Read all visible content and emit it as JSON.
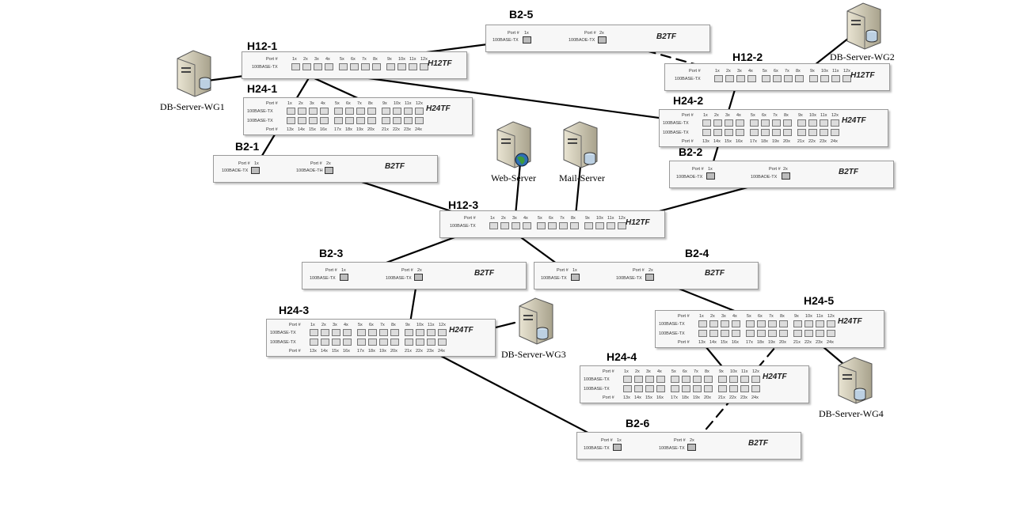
{
  "devices": {
    "b2_5": {
      "name": "B2-5",
      "model": "B2TF",
      "port_header": "Port #",
      "port1": "1x",
      "port2": "2x",
      "media1": "100BASE-TX",
      "media2": "100BAOE-TX"
    },
    "h12_1": {
      "name": "H12-1",
      "model": "H12TF",
      "port_header": "Port #",
      "media": "100BASE-TX"
    },
    "h12_2": {
      "name": "H12-2",
      "model": "H12TF",
      "port_header": "Port #",
      "media": "100BASE-TX"
    },
    "h24_1": {
      "name": "H24-1",
      "model": "H24TF",
      "port_header": "Port #",
      "media": "100BASE-TX"
    },
    "h24_2": {
      "name": "H24-2",
      "model": "H24TF",
      "port_header": "Port #",
      "media": "100BASE-TX"
    },
    "b2_1": {
      "name": "B2-1",
      "model": "B2TF",
      "port_header": "Port #",
      "port1": "1x",
      "port2": "2x",
      "media1": "100BAOE-TX",
      "media2": "100BAOE-TH"
    },
    "b2_2": {
      "name": "B2-2",
      "model": "B2TF",
      "port_header": "Port #",
      "port1": "1x",
      "port2": "2x",
      "media1": "100BAOE-TX",
      "media2": "100BAOE-TX"
    },
    "h12_3": {
      "name": "H12-3",
      "model": "H12TF",
      "port_header": "Port #",
      "media": "100BASE-TX"
    },
    "b2_3": {
      "name": "B2-3",
      "model": "B2TF",
      "port_header": "Port #",
      "port1": "1x",
      "port2": "2x",
      "media1": "100BASE-TX",
      "media2": "100BASE-TX"
    },
    "b2_4": {
      "name": "B2-4",
      "model": "B2TF",
      "port_header": "Port #",
      "port1": "1x",
      "port2": "2x",
      "media1": "100BASE-TX",
      "media2": "100BASE-TX"
    },
    "h24_3": {
      "name": "H24-3",
      "model": "H24TF",
      "port_header": "Port #",
      "media": "100BASE-TX"
    },
    "h24_4": {
      "name": "H24-4",
      "model": "H24TF",
      "port_header": "Port #",
      "media": "100BASE-TX"
    },
    "h24_5": {
      "name": "H24-5",
      "model": "H24TF",
      "port_header": "Port #",
      "media": "100BASE-TX"
    },
    "b2_6": {
      "name": "B2-6",
      "model": "B2TF",
      "port_header": "Port #",
      "port1": "1x",
      "port2": "2x",
      "media1": "100BASE-TX",
      "media2": "100BASE-TX"
    }
  },
  "port_labels_top": [
    "1x",
    "2x",
    "3x",
    "4x",
    "5x",
    "6x",
    "7x",
    "8x",
    "9x",
    "10x",
    "11x",
    "12x"
  ],
  "port_labels_bottom": [
    "13x",
    "14x",
    "15x",
    "16x",
    "17x",
    "18x",
    "19x",
    "20x",
    "21x",
    "22x",
    "23x",
    "24x"
  ],
  "servers": {
    "db_wg1": {
      "name": "DB-Server-WG1",
      "icon": "database-server-icon"
    },
    "db_wg2": {
      "name": "DB-Server-WG2",
      "icon": "database-server-icon"
    },
    "web": {
      "name": "Web-Server",
      "icon": "web-server-icon"
    },
    "mail": {
      "name": "Mail-Server",
      "icon": "mail-server-icon"
    },
    "db_wg3": {
      "name": "DB-Server-WG3",
      "icon": "database-server-icon"
    },
    "db_wg4": {
      "name": "DB-Server-WG4",
      "icon": "database-server-icon"
    }
  },
  "links": [
    {
      "from": "DB-Server-WG1",
      "to": "B2-5 port 1x",
      "style": "solid"
    },
    {
      "from": "B2-5 port 2x",
      "to": "H12-2",
      "style": "dashed"
    },
    {
      "from": "H12-1",
      "to": "H24-2",
      "style": "solid"
    },
    {
      "from": "H12-1",
      "to": "H24-1",
      "style": "solid"
    },
    {
      "from": "H12-1",
      "to": "B2-1 port 1x",
      "style": "solid"
    },
    {
      "from": "DB-Server-WG2",
      "to": "H12-2",
      "style": "solid"
    },
    {
      "from": "H12-2",
      "to": "B2-2 port 1x",
      "style": "solid"
    },
    {
      "from": "B2-1 port 2x",
      "to": "H12-3",
      "style": "solid"
    },
    {
      "from": "B2-2 port 2x",
      "to": "H12-3",
      "style": "solid"
    },
    {
      "from": "Web-Server",
      "to": "H12-3",
      "style": "solid"
    },
    {
      "from": "Mail-Server",
      "to": "H12-3",
      "style": "solid"
    },
    {
      "from": "H12-3",
      "to": "B2-3 port 1x",
      "style": "solid"
    },
    {
      "from": "H12-3",
      "to": "B2-4 port 1x",
      "style": "solid"
    },
    {
      "from": "B2-3 port 2x",
      "to": "H24-3",
      "style": "solid"
    },
    {
      "from": "H24-3",
      "to": "DB-Server-WG3",
      "style": "solid"
    },
    {
      "from": "H24-3",
      "to": "B2-6 port 1x",
      "style": "solid"
    },
    {
      "from": "B2-4 port 2x",
      "to": "H24-5",
      "style": "solid"
    },
    {
      "from": "H24-5",
      "to": "DB-Server-WG4",
      "style": "solid"
    },
    {
      "from": "H24-5",
      "to": "H24-4",
      "style": "solid"
    },
    {
      "from": "H24-5",
      "to": "B2-6 port 2x",
      "style": "dashed"
    }
  ],
  "colors": {
    "line": "#000000",
    "device_bg": "#f7f7f7",
    "device_border": "#9a9a9a",
    "port": "#dcdcdc"
  }
}
